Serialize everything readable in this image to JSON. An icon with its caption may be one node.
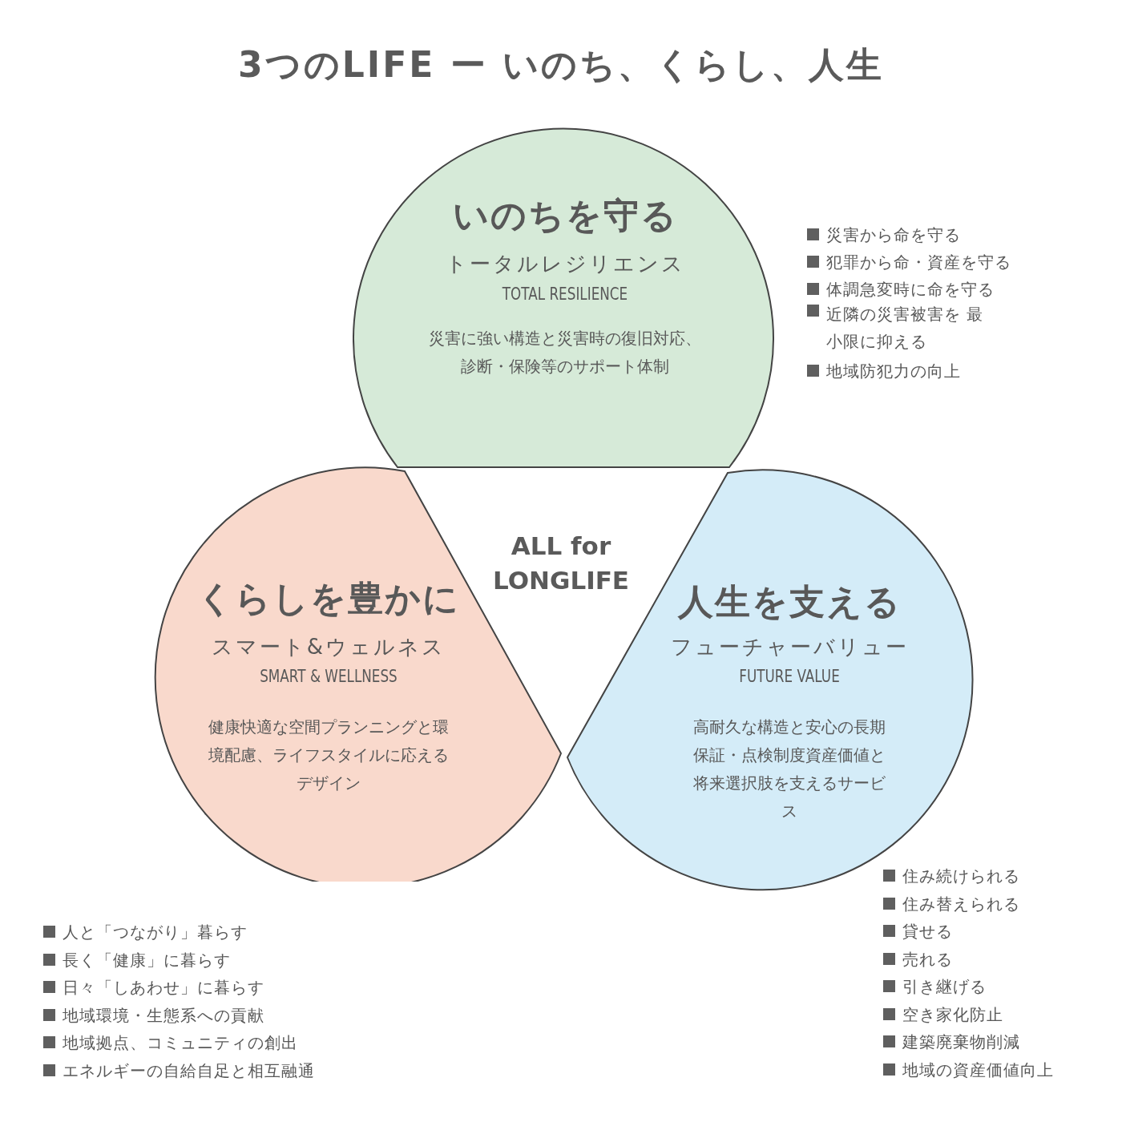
{
  "diagram": {
    "title": "3つのLIFE ー いのち、くらし、人生",
    "nodes": [
      {
        "text": [
          "いのちを守る",
          "トータルレジリエンス",
          "TOTAL RESILIENCE",
          "災害に強い構造と災害時の復旧対応、診断・保険等のサポート体制"
        ],
        "beside": [
          "災害から命を守る",
          "犯罪から命・資産を守る",
          "体調急変時に命を守る",
          "近隣の災害被害を 最小限に抑える",
          "地域防犯力の向上"
        ]
      },
      {
        "text": [
          "くらしを豊かに",
          "スマート&ウェルネス",
          "SMART & WELLNESS",
          "健康快適な空間プランニングと環境配慮、ライフスタイルに応えるデザイン"
        ],
        "beside": [
          "人と「つながり」暮らす",
          "長く「健康」に暮らす",
          "日々「しあわせ」に暮らす",
          "地域環境・生態系への貢献",
          "地域拠点、コミュニティの創出",
          "エネルギーの自給自足と相互融通"
        ]
      },
      {
        "text": [
          "人生を支える",
          "フューチャーバリュー",
          "FUTURE VALUE",
          "高耐久な構造と安心の長期保証・点検制度資産価値と将来選択肢を支えるサービス"
        ],
        "beside": [
          "住み続けられる",
          "住み替えられる",
          "貸せる",
          "売れる",
          "引き継げる",
          "空き家化防止",
          "建築廃棄物削減",
          "地域の資産価値向上"
        ]
      }
    ],
    "labels": [
      "ALL for LONGLIFE"
    ]
  }
}
